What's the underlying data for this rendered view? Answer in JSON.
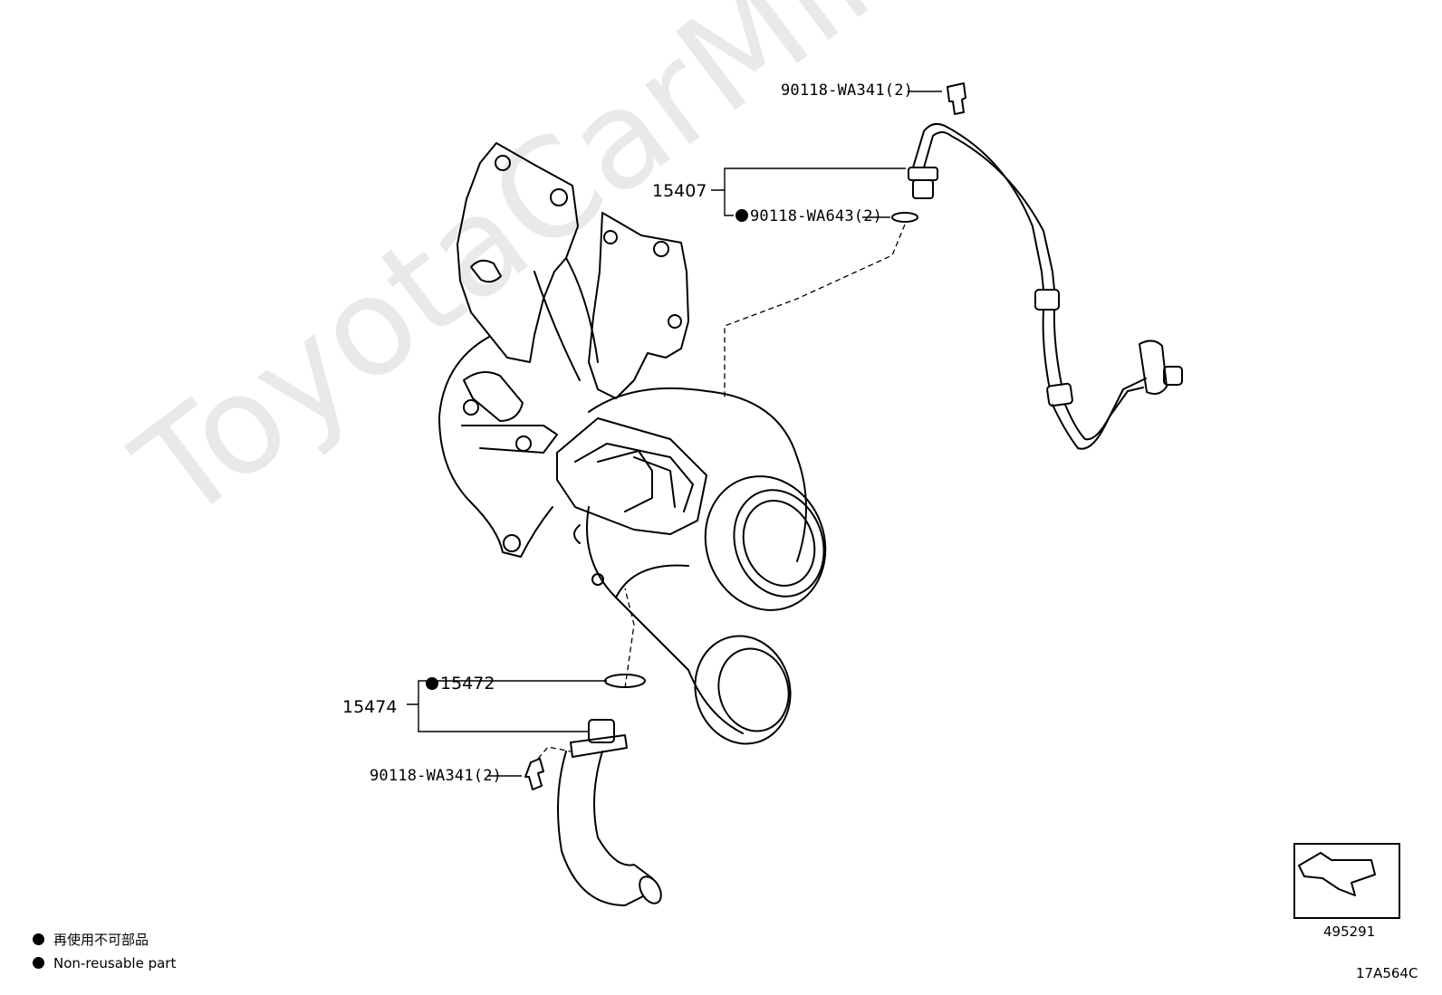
{
  "watermark": "ToyotaCarMine.ru",
  "labels": {
    "bolt_top": "90118-WA341(2)",
    "pipe_top": "15407",
    "gasket_top": "90118-WA643(2)",
    "gasket_bottom": "15472",
    "pipe_bottom": "15474",
    "bolt_bottom": "90118-WA341(2)"
  },
  "legend": {
    "jp": "再使用不可部品",
    "en": "Non-reusable part"
  },
  "ref_number": "495291",
  "figure_id": "17A564C"
}
